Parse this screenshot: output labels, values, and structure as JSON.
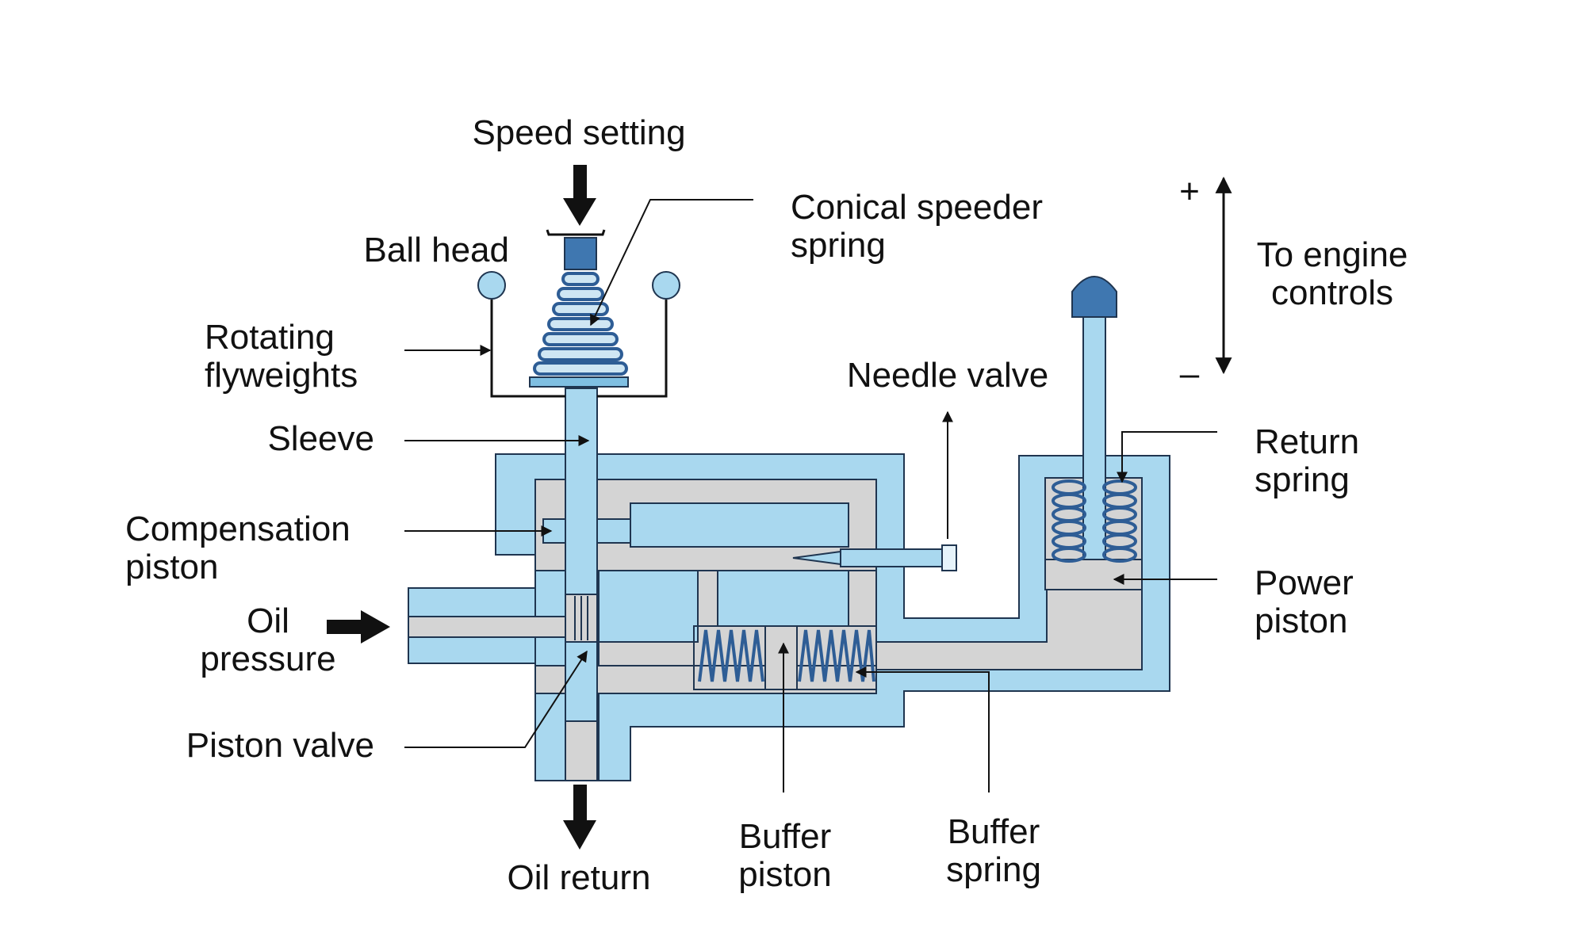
{
  "diagram": {
    "labels": {
      "speed_setting": "Speed setting",
      "ball_head": "Ball head",
      "conical_spring_1": "Conical speeder",
      "conical_spring_2": "spring",
      "rotating_1": "Rotating",
      "rotating_2": "flyweights",
      "sleeve": "Sleeve",
      "compensation_1": "Compensation",
      "compensation_2": "piston",
      "oil_pressure_1": "Oil",
      "oil_pressure_2": "pressure",
      "piston_valve": "Piston valve",
      "oil_return": "Oil return",
      "needle_valve": "Needle valve",
      "engine_1": "To engine",
      "engine_2": "controls",
      "plus": "+",
      "minus": "–",
      "return_spring_1": "Return",
      "return_spring_2": "spring",
      "power_piston_1": "Power",
      "power_piston_2": "piston",
      "buffer_piston_1": "Buffer",
      "buffer_piston_2": "piston",
      "buffer_spring_1": "Buffer",
      "buffer_spring_2": "spring"
    },
    "colors": {
      "light_blue": "#a9d8ef",
      "mid_blue": "#7fbfe2",
      "dark_blue": "#3f77b0",
      "oil_gray": "#d4d4d4",
      "outline": "#1f3550",
      "text": "#111111"
    }
  }
}
